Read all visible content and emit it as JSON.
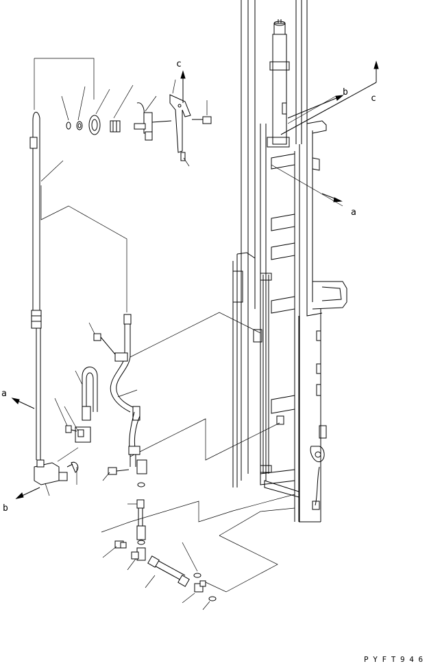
{
  "labels": {
    "a_top": "a",
    "b_top": "b",
    "c_top_left": "c",
    "c_top_right": "c",
    "a_left": "a",
    "b_left": "b"
  },
  "drawing_code": "P Y F T 9 4 6"
}
